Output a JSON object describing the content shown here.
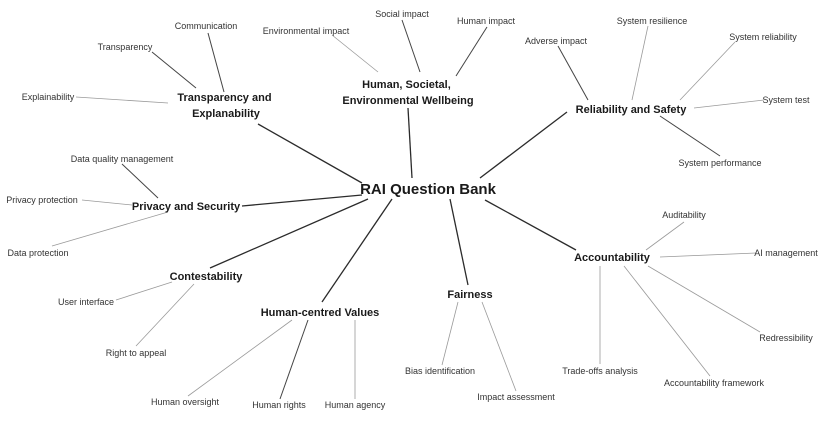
{
  "root": "RAI Question Bank",
  "categories": {
    "transparency": {
      "lines": [
        "Transparency and",
        "Explanability"
      ],
      "leaves": [
        "Communication",
        "Transparency",
        "Explainability"
      ]
    },
    "wellbeing": {
      "lines": [
        "Human, Societal,",
        "Environmental Wellbeing"
      ],
      "leaves": [
        "Social impact",
        "Environmental impact",
        "Human impact"
      ]
    },
    "reliability": {
      "lines": [
        "Reliability and Safety"
      ],
      "leaves": [
        "Adverse impact",
        "System resilience",
        "System reliability",
        "System test",
        "System performance"
      ]
    },
    "privacy": {
      "lines": [
        "Privacy and Security"
      ],
      "leaves": [
        "Data quality management",
        "Privacy protection",
        "Data protection"
      ]
    },
    "contestability": {
      "lines": [
        "Contestability"
      ],
      "leaves": [
        "User interface",
        "Right to appeal"
      ]
    },
    "values": {
      "lines": [
        "Human-centred Values"
      ],
      "leaves": [
        "Human oversight",
        "Human rights",
        "Human agency"
      ]
    },
    "fairness": {
      "lines": [
        "Fairness"
      ],
      "leaves": [
        "Bias identification",
        "Impact assessment"
      ]
    },
    "accountability": {
      "lines": [
        "Accountability"
      ],
      "leaves": [
        "Auditability",
        "AI management",
        "Redressibility",
        "Trade-offs analysis",
        "Accountability framework"
      ]
    }
  }
}
